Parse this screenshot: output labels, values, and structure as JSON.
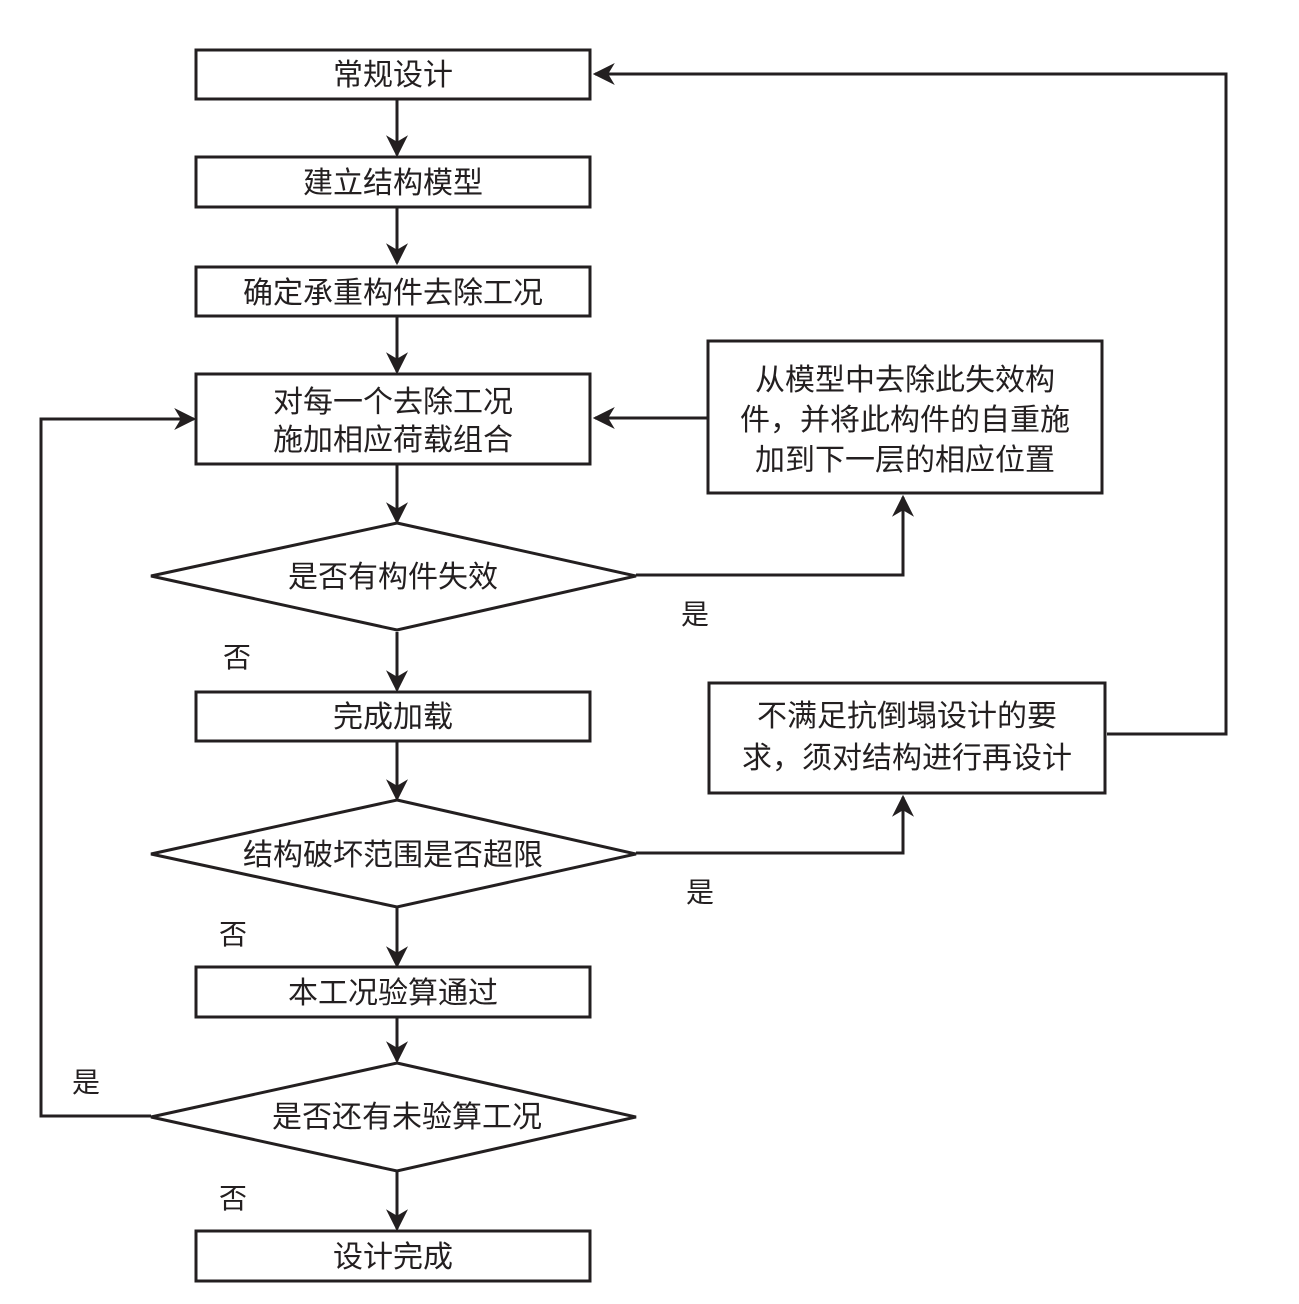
{
  "title": "抗倒塌设计流程图",
  "nodes": {
    "conventional_design": "常规设计",
    "build_model": "建立结构模型",
    "determine_cases": "确定承重构件去除工况",
    "apply_loads": [
      "对每一个去除工况",
      "施加相应荷载组合"
    ],
    "remove_failed": [
      "从模型中去除此失效构",
      "件，并将此构件的自重施",
      "加到下一层的相应位置"
    ],
    "check_failure": "是否有构件失效",
    "finish_loading": "完成加载",
    "redesign": [
      "不满足抗倒塌设计的要",
      "求，须对结构进行再设计"
    ],
    "check_damage": "结构破坏范围是否超限",
    "case_passed": "本工况验算通过",
    "check_remaining": "是否还有未验算工况",
    "design_complete": "设计完成"
  },
  "edge_labels": {
    "failure_yes": "是",
    "failure_no": "否",
    "damage_yes": "是",
    "damage_no": "否",
    "remaining_yes": "是",
    "remaining_no": "否"
  },
  "colors": {
    "stroke": "#231f20",
    "background": "#ffffff"
  }
}
